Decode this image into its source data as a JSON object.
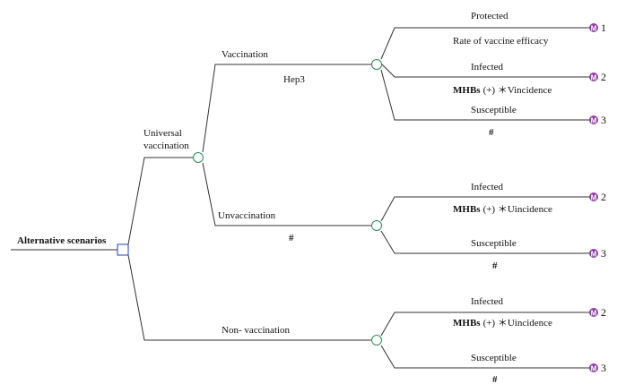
{
  "root": {
    "label": "Alternative scenarios"
  },
  "strategy": {
    "label_line1": "Universal",
    "label_line2": "vaccination"
  },
  "branches": {
    "vaccination": {
      "label": "Vaccination",
      "sublabel": "Hep3",
      "outcomes": [
        {
          "label": "Protected",
          "prob": "Rate of vaccine efficacy",
          "prob_bold": "",
          "markov": "1"
        },
        {
          "label": "Infected",
          "prob_bold": "MHBs",
          "prob": "(+) ＊Vincidence",
          "markov": "2"
        },
        {
          "label": "Susceptible",
          "prob_bold": "",
          "prob": "#",
          "markov": "3"
        }
      ]
    },
    "unvaccination": {
      "label": "Unvaccination",
      "sublabel": "#",
      "outcomes": [
        {
          "label": "Infected",
          "prob_bold": "MHBs",
          "prob": "(+) ＊Uincidence",
          "markov": "2"
        },
        {
          "label": "Susceptible",
          "prob_bold": "",
          "prob": "#",
          "markov": "3"
        }
      ]
    },
    "non_vaccination": {
      "label": "Non- vaccination",
      "sublabel": "",
      "outcomes": [
        {
          "label": "Infected",
          "prob_bold": "MHBs",
          "prob": "(+) ＊Uincidence",
          "markov": "2"
        },
        {
          "label": "Susceptible",
          "prob_bold": "",
          "prob": "#",
          "markov": "3"
        }
      ]
    }
  },
  "markov_symbol": "M",
  "colors": {
    "line": "#333333",
    "chance_node": "#2e8b57",
    "decision_node": "#1f3fbf",
    "markov_node": "#8e3fa3"
  }
}
